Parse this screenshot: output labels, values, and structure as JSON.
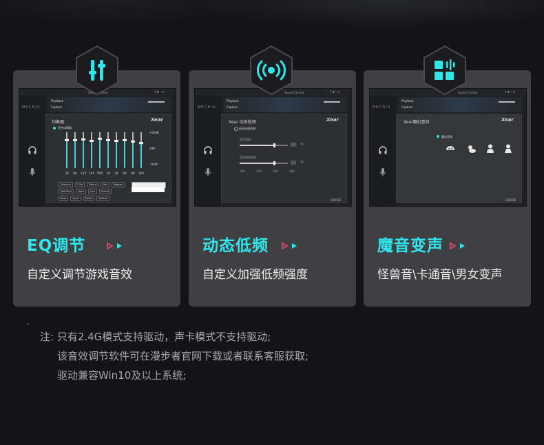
{
  "cards": [
    {
      "title": "EQ调节",
      "desc": "自定义调节游戏音效",
      "icon": "equalizer-icon",
      "shot": {
        "app_title": "Sound Control",
        "logo": "NECRIS",
        "playback_label": "Playback",
        "capture_label": "Capture",
        "panel_title": "均衡器",
        "toggle_label": "开启均衡器",
        "xear": "Xear",
        "db_top": "+20dB",
        "db_mid": "0dB",
        "db_bottom": "-20dB",
        "freqs": [
          "30",
          "60",
          "120",
          "250",
          "500",
          "1K",
          "2K",
          "4K",
          "8K",
          "16K"
        ],
        "levels": [
          0.22,
          0.22,
          0.2,
          0.24,
          0.18,
          0.22,
          0.24,
          0.22,
          0.26,
          0.3
        ],
        "presets": [
          [
            "Classical",
            "Club",
            "Dance",
            "Pop",
            "Reggae"
          ],
          [
            "Soft Rock",
            "Rock",
            "Live",
            "Techno"
          ],
          [
            "Bass",
            "Vocal",
            "Treble",
            "Default"
          ]
        ]
      }
    },
    {
      "title": "动态低频",
      "desc": "自定义加强低频强度",
      "icon": "broadcast-icon",
      "shot": {
        "app_title": "Sound Control",
        "logo": "NECRIS",
        "playback_label": "Playback",
        "capture_label": "Capture",
        "panel_title": "Xear 动态低频",
        "toggle_label": "启动动态低频",
        "xear": "Xear",
        "slider1_label": "低音强度",
        "slider2_label": "低音增强频率",
        "scale": [
          "100",
          "200",
          "300",
          "400"
        ],
        "brand": "EDIFIER",
        "levels": [
          0.7,
          0.7
        ]
      }
    },
    {
      "title": "魔音变声",
      "desc": "怪兽音\\卡通音\\男女变声",
      "icon": "waveform-icon",
      "shot": {
        "app_title": "Sound Control",
        "logo": "NECRIS",
        "playback_label": "Playback",
        "capture_label": "Capture",
        "panel_title": "Xear魔幻音效",
        "toggle_label": "魔幻音效",
        "xear": "Xear",
        "brand": "EDIFIER"
      }
    }
  ],
  "note": {
    "line1": "注: 只有2.4G模式支持驱动，声卡模式不支持驱动;",
    "line2": "该音效调节软件可在漫步者官网下载或者联系客服获取;",
    "line3": "驱动兼容Win10及以上系统;"
  },
  "colors": {
    "accent": "#2ee6ec",
    "arrow_pink": "#e24a7a",
    "arrow_cyan": "#2ee6ec",
    "card": "#404043",
    "background": "#141416"
  }
}
